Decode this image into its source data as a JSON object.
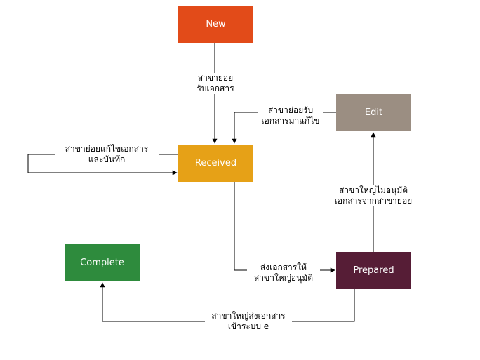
{
  "nodes": {
    "new": {
      "label": "New",
      "color": "#e24b19"
    },
    "received": {
      "label": "Received",
      "color": "#e6a117"
    },
    "edit": {
      "label": "Edit",
      "color": "#9b8e82"
    },
    "complete": {
      "label": "Complete",
      "color": "#2e8b3d"
    },
    "prepared": {
      "label": "Prepared",
      "color": "#561d36"
    }
  },
  "edges": {
    "new_to_received": {
      "lines": [
        "สาขาย่อย",
        "รับเอกสาร"
      ]
    },
    "edit_to_received": {
      "lines": [
        "สาขาย่อยรับ",
        "เอกสารมาแก้ไข"
      ]
    },
    "received_self": {
      "lines": [
        "สาขาย่อยแก้ไขเอกสาร",
        "และบันทึก"
      ]
    },
    "prepared_to_edit": {
      "lines": [
        "สาขาใหญ่ไม่อนุมัติ",
        "เอกสารจากสาขาย่อย"
      ]
    },
    "received_to_prepared": {
      "lines": [
        "ส่งเอกสารให้",
        "สาขาใหญ่อนุมัติ"
      ]
    },
    "prepared_to_complete": {
      "lines": [
        "สาขาใหญ่ส่งเอกสาร",
        "เข้าระบบ e"
      ]
    }
  },
  "line_color": "#000000"
}
